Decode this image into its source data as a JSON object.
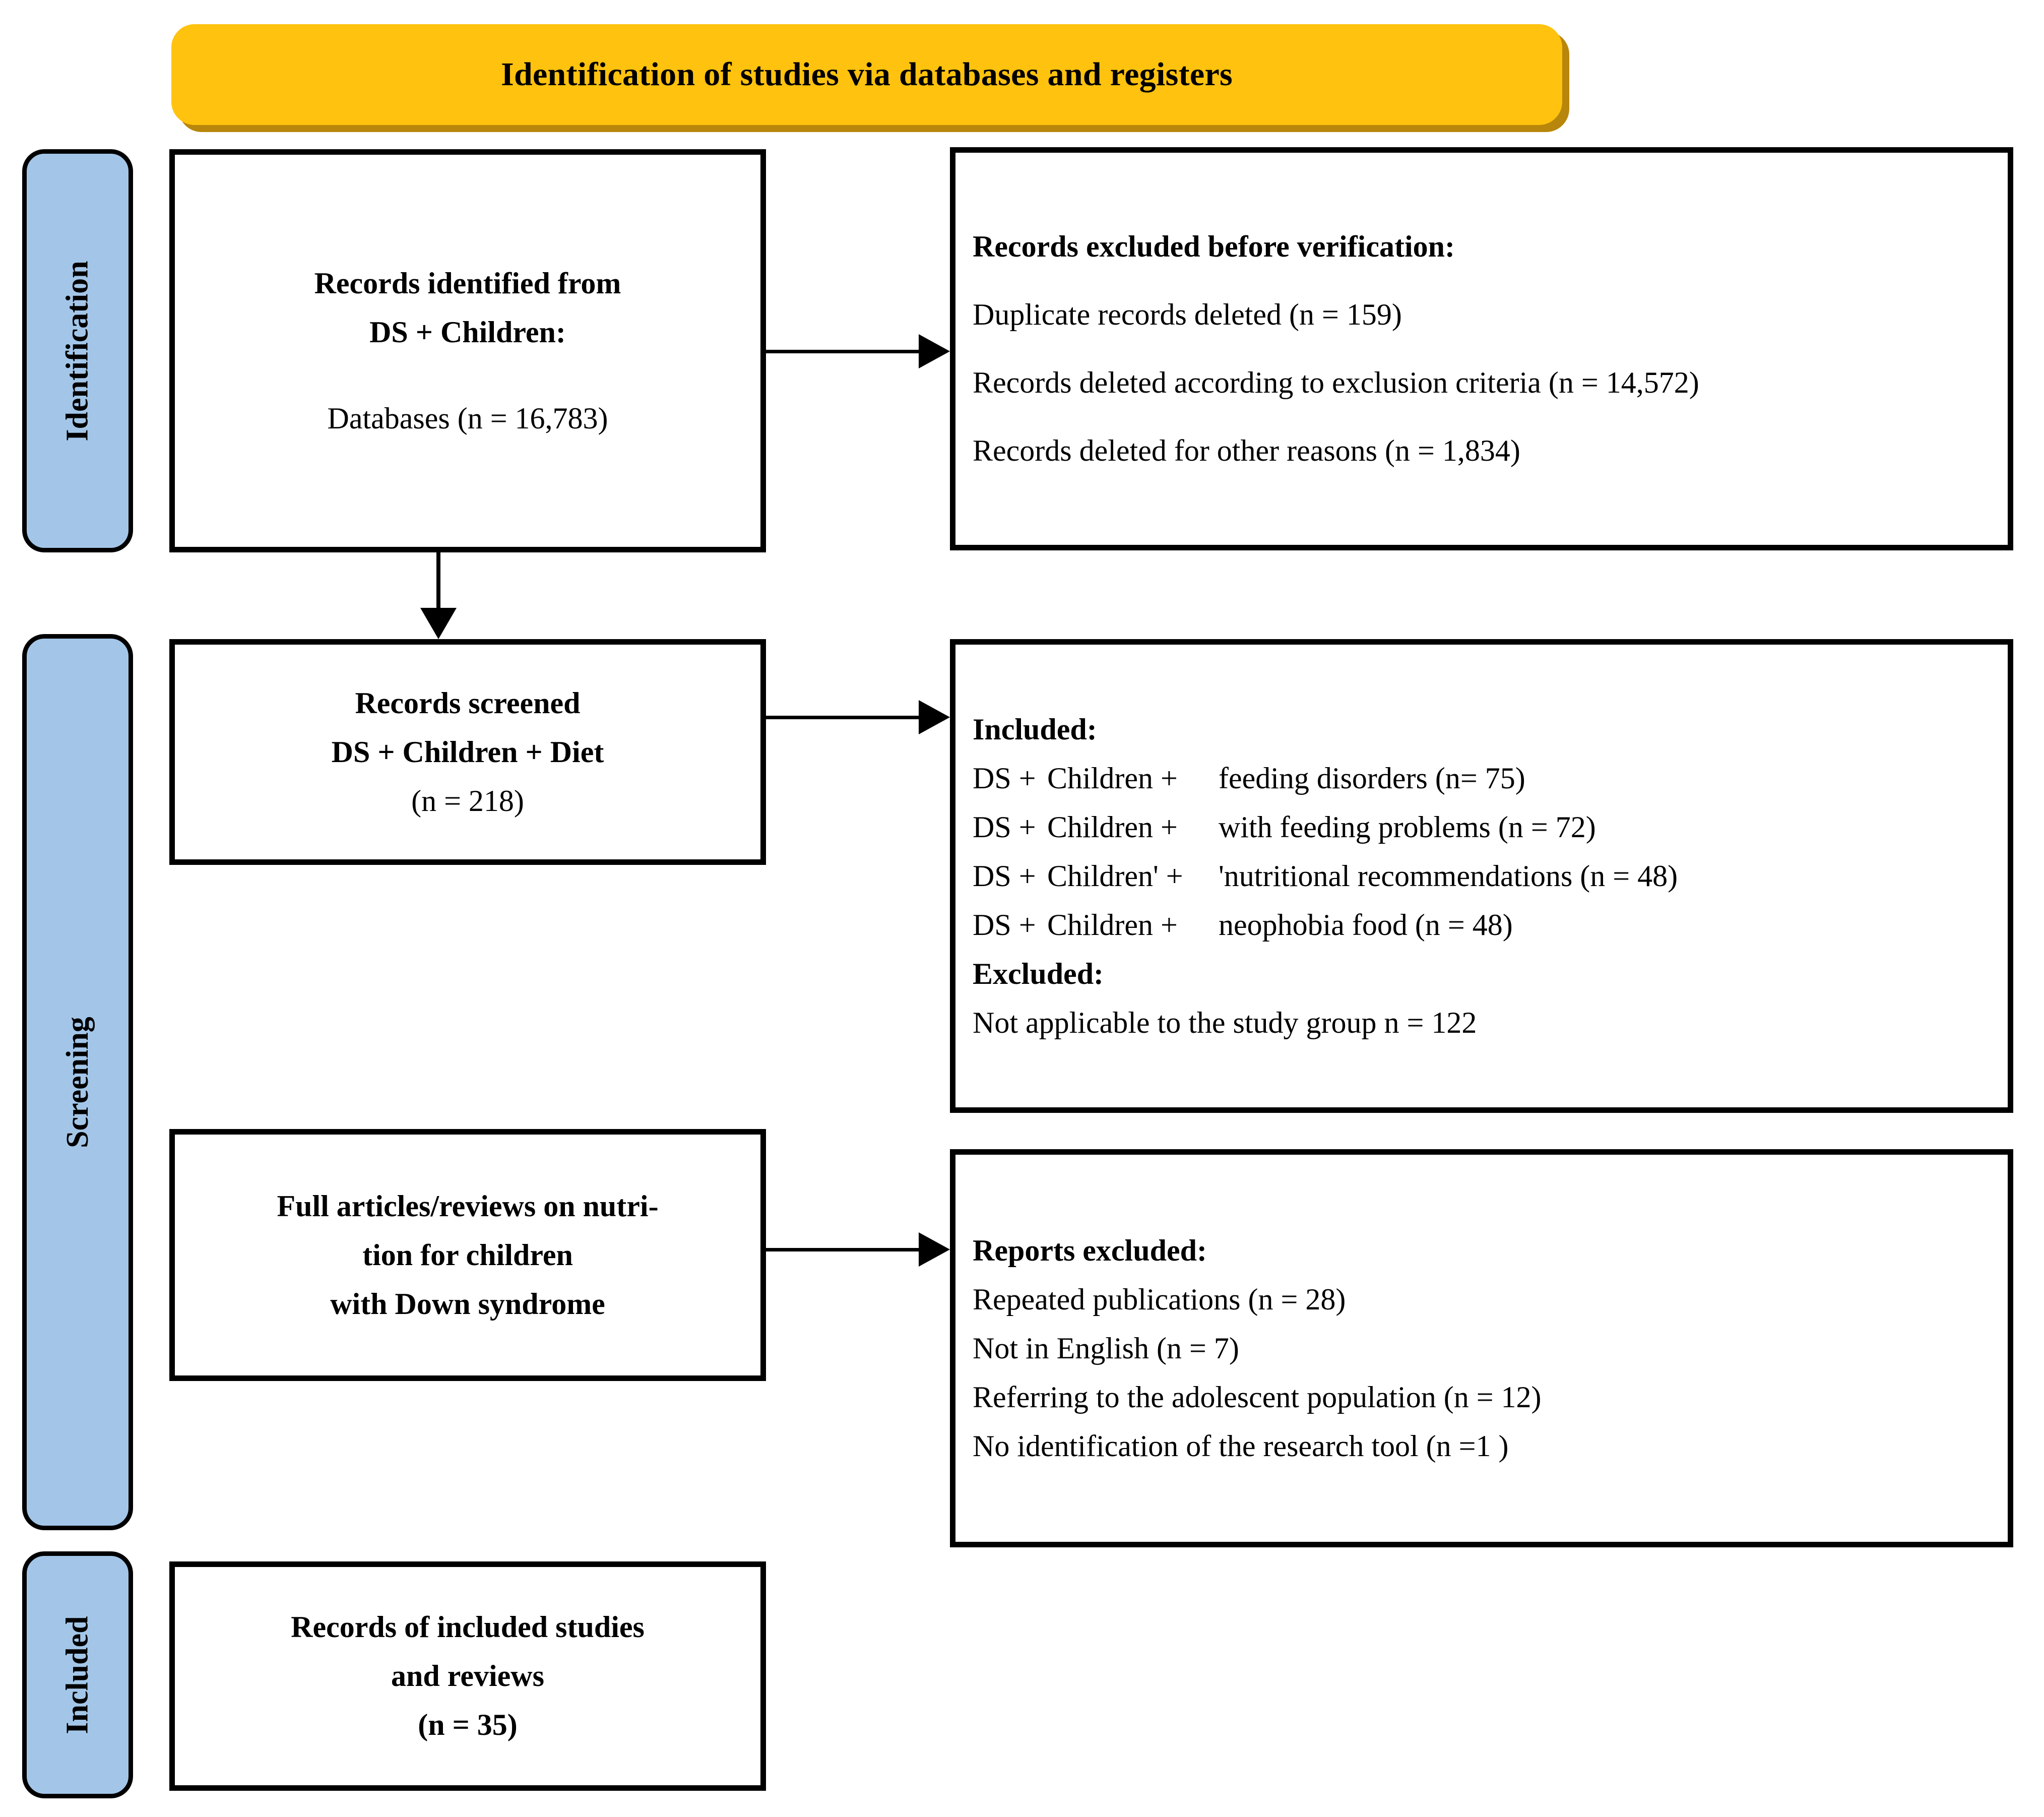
{
  "banner": {
    "title": "Identification of studies via databases and registers"
  },
  "stages": [
    {
      "name": "identification",
      "label": "Identification"
    },
    {
      "name": "screening",
      "label": "Screening"
    },
    {
      "name": "included",
      "label": "Included"
    }
  ],
  "boxes": {
    "identified": {
      "title_line1": "Records identified from",
      "title_line2": "DS + Children:",
      "detail": "Databases (n = 16,783)"
    },
    "excluded_before_verification": {
      "heading": "Records excluded before verification:",
      "items": [
        "Duplicate records deleted (n = 159)",
        "Records deleted according to exclusion criteria (n = 14,572)",
        "Records deleted for other reasons (n = 1,834)"
      ]
    },
    "screened": {
      "title": "Records screened",
      "query": "DS + Children + Diet",
      "count": "(n = 218)"
    },
    "included_excluded": {
      "included_heading": "Included:",
      "included_rows": [
        {
          "a": "DS +",
          "b": "Children +",
          "c": "feeding disorders (n= 75)"
        },
        {
          "a": "DS +",
          "b": "Children +",
          "c": "with feeding problems (n = 72)"
        },
        {
          "a": "DS +",
          "b": "Children' +",
          "c": "'nutritional recommendations (n = 48)"
        },
        {
          "a": "DS +",
          "b": "Children +",
          "c": "neophobia food (n = 48)"
        }
      ],
      "excluded_heading": "Excluded:",
      "excluded_items": [
        "Not applicable to the study group n = 122"
      ]
    },
    "full_text": {
      "line1": "Full articles/reviews on nutri-",
      "line2": "tion for children",
      "line3": "with Down syndrome"
    },
    "reports_excluded": {
      "heading": "Reports excluded:",
      "items": [
        "Repeated publications (n = 28)",
        "Not in English (n = 7)",
        "Referring to the adolescent population (n = 12)",
        "No identification of the research tool (n =1 )"
      ]
    },
    "final": {
      "line1": "Records of included studies",
      "line2": "and reviews",
      "count": "(n = 35)"
    }
  },
  "colors": {
    "banner_fill": "#FFC20E",
    "banner_shadow": "#B8860B",
    "stage_fill": "#A3C6E8",
    "outline": "#000000"
  }
}
